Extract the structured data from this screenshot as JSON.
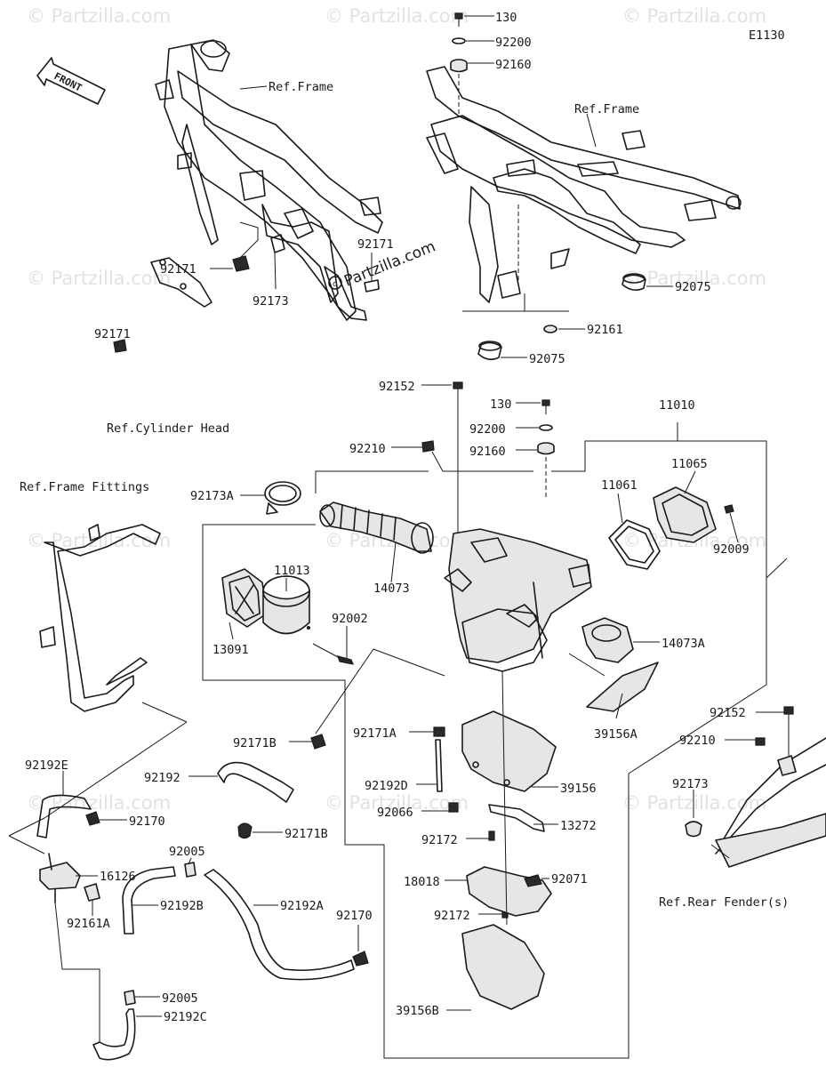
{
  "diagram_code": "E1130",
  "front_label": "FRONT",
  "watermark": "© Partzilla.com",
  "logo_text": "Partzilla.com",
  "parts": [
    {
      "num": "130"
    },
    {
      "num": "92200"
    },
    {
      "num": "92160"
    },
    {
      "num": "Ref.Frame"
    },
    {
      "num": "Ref.Frame"
    },
    {
      "num": "92171"
    },
    {
      "num": "92173"
    },
    {
      "num": "92171"
    },
    {
      "num": "92075"
    },
    {
      "num": "92161"
    },
    {
      "num": "92075"
    },
    {
      "num": "92171"
    },
    {
      "num": "Ref.Cylinder Head"
    },
    {
      "num": "92152"
    },
    {
      "num": "130"
    },
    {
      "num": "92200"
    },
    {
      "num": "92160"
    },
    {
      "num": "11010"
    },
    {
      "num": "92210"
    },
    {
      "num": "11065"
    },
    {
      "num": "Ref.Frame Fittings"
    },
    {
      "num": "92173A"
    },
    {
      "num": "11061"
    },
    {
      "num": "11013"
    },
    {
      "num": "92009"
    },
    {
      "num": "14073"
    },
    {
      "num": "92002"
    },
    {
      "num": "13091"
    },
    {
      "num": "14073A"
    },
    {
      "num": "39156A"
    },
    {
      "num": "92152"
    },
    {
      "num": "92210"
    },
    {
      "num": "92171A"
    },
    {
      "num": "92171B"
    },
    {
      "num": "92173"
    },
    {
      "num": "92192E"
    },
    {
      "num": "92192"
    },
    {
      "num": "92192D"
    },
    {
      "num": "39156"
    },
    {
      "num": "92066"
    },
    {
      "num": "13272"
    },
    {
      "num": "92170"
    },
    {
      "num": "92171B"
    },
    {
      "num": "92172"
    },
    {
      "num": "92005"
    },
    {
      "num": "16126"
    },
    {
      "num": "92071"
    },
    {
      "num": "Ref.Rear Fender(s)"
    },
    {
      "num": "18018"
    },
    {
      "num": "92161A"
    },
    {
      "num": "92192B"
    },
    {
      "num": "92192A"
    },
    {
      "num": "92005"
    },
    {
      "num": "92172"
    },
    {
      "num": "92170"
    },
    {
      "num": "92192C"
    },
    {
      "num": "39156B"
    }
  ]
}
